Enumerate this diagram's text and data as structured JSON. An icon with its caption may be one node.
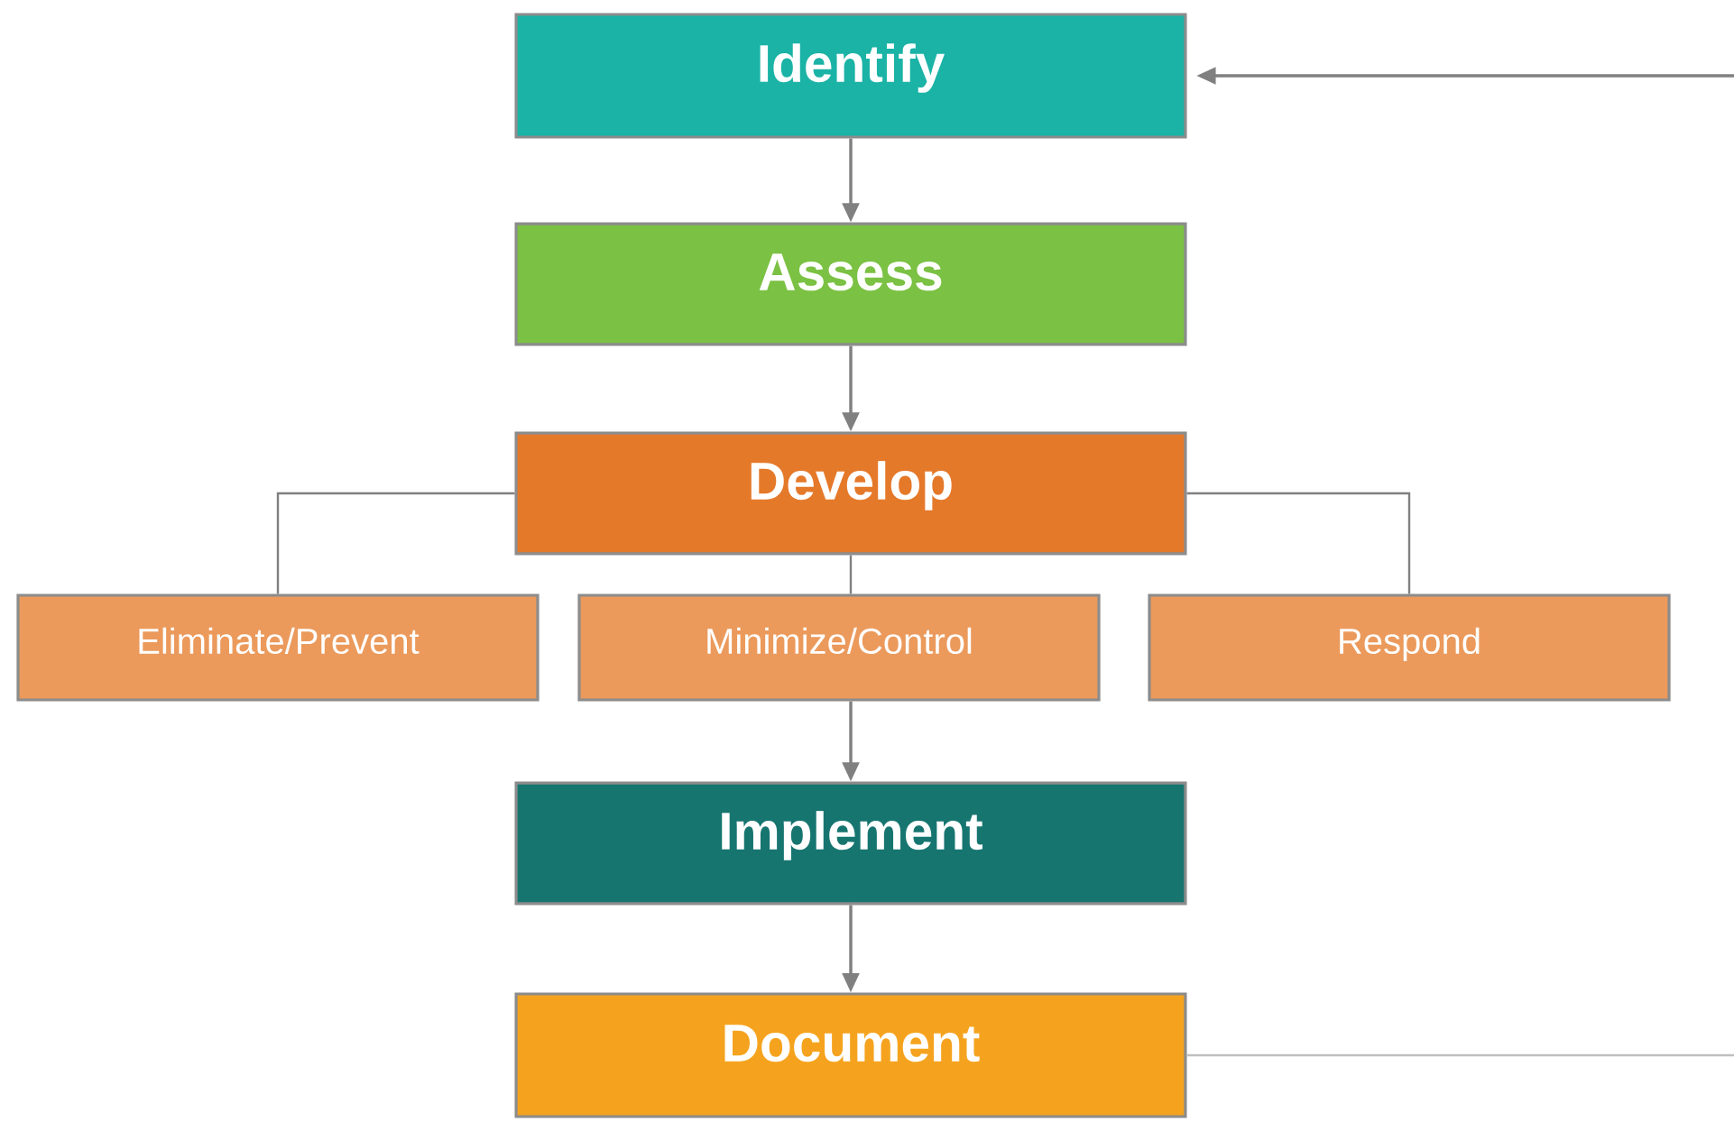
{
  "diagram": {
    "nodes": [
      {
        "text": [
          "Identify"
        ]
      },
      {
        "text": [
          "Assess"
        ]
      },
      {
        "text": [
          "Develop"
        ]
      },
      {
        "text": [
          "Eliminate/Prevent"
        ]
      },
      {
        "text": [
          "Minimize/Control"
        ]
      },
      {
        "text": [
          "Respond"
        ]
      },
      {
        "text": [
          "Implement"
        ]
      },
      {
        "text": [
          "Document"
        ]
      }
    ],
    "edges": [
      {
        "from": 0,
        "to": 1,
        "arrow": "to"
      },
      {
        "from": 1,
        "to": 2,
        "arrow": "to"
      },
      {
        "from": 2,
        "to": 3,
        "arrow": "none"
      },
      {
        "from": 2,
        "to": 4,
        "arrow": "none"
      },
      {
        "from": 2,
        "to": 5,
        "arrow": "none"
      },
      {
        "from": 4,
        "to": 6,
        "arrow": "to"
      },
      {
        "from": 6,
        "to": 7,
        "arrow": "to"
      },
      {
        "from": 7,
        "to": null,
        "arrow": "none",
        "color": "#bfbfbf"
      },
      {
        "from": null,
        "to": 0,
        "arrow": "to"
      }
    ]
  }
}
